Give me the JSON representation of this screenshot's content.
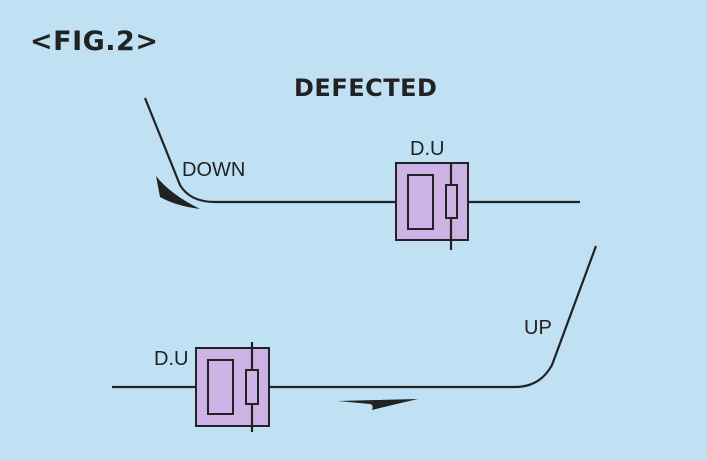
{
  "figure": {
    "label": "<FIG.2>",
    "title": "DEFECTED"
  },
  "diagram": {
    "top_path": {
      "direction_label": "DOWN",
      "unit_label": "D.U"
    },
    "bottom_path": {
      "direction_label": "UP",
      "unit_label": "D.U"
    }
  },
  "colors": {
    "background": "#bfe1f3",
    "unit_fill": "#cdb2e6",
    "ink": "#222222"
  }
}
